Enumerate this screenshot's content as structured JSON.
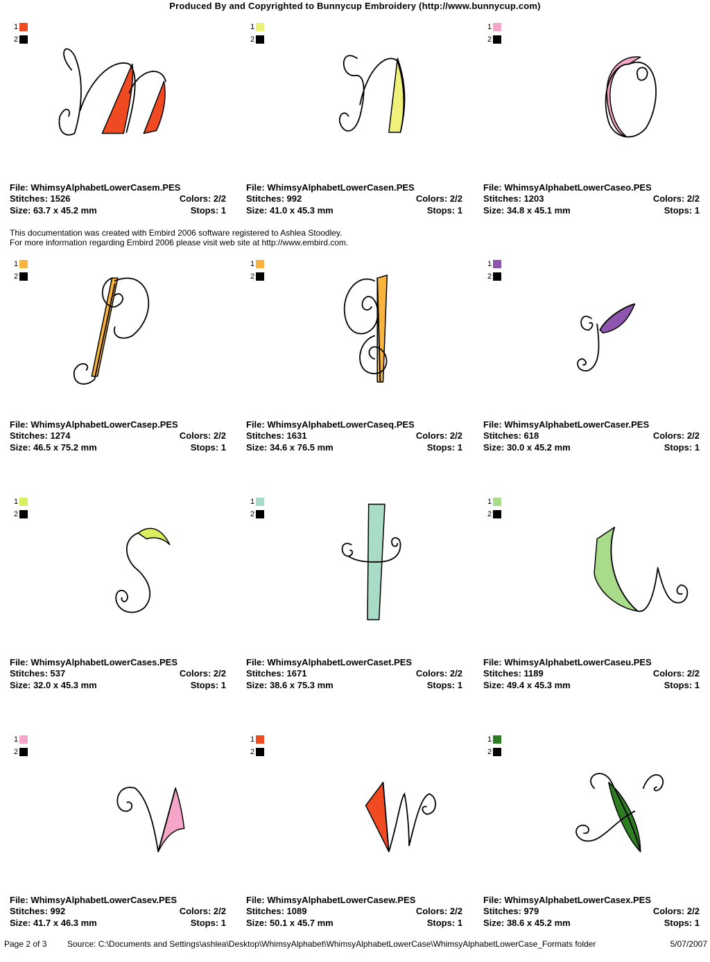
{
  "header": "Produced By and Copyrighted to Bunnycup Embroidery (http://www.bunnycup.com)",
  "credit": {
    "line1": "This documentation was created with Embird 2006 software registered to Ashlea Stoodley.",
    "line2": "For more information regarding Embird 2006 please visit web site at http://www.embird.com."
  },
  "cells": [
    {
      "letter": "m",
      "color": "#f04a22",
      "file": "File: WhimsyAlphabetLowerCasem.PES",
      "stitches": "Stitches: 1526",
      "colors": "Colors: 2/2",
      "size": "Size: 63.7 x 45.2 mm",
      "stops": "Stops: 1"
    },
    {
      "letter": "n",
      "color": "#eef27a",
      "file": "File: WhimsyAlphabetLowerCasen.PES",
      "stitches": "Stitches: 992",
      "colors": "Colors: 2/2",
      "size": "Size: 41.0 x 45.3 mm",
      "stops": "Stops: 1"
    },
    {
      "letter": "o",
      "color": "#f5a6c8",
      "file": "File: WhimsyAlphabetLowerCaseo.PES",
      "stitches": "Stitches: 1203",
      "colors": "Colors: 2/2",
      "size": "Size: 34.8 x 45.1 mm",
      "stops": "Stops: 1"
    },
    {
      "letter": "p",
      "color": "#f8b43c",
      "file": "File: WhimsyAlphabetLowerCasep.PES",
      "stitches": "Stitches: 1274",
      "colors": "Colors: 2/2",
      "size": "Size: 46.5 x 75.2 mm",
      "stops": "Stops: 1"
    },
    {
      "letter": "q",
      "color": "#f8b43c",
      "file": "File: WhimsyAlphabetLowerCaseq.PES",
      "stitches": "Stitches: 1631",
      "colors": "Colors: 2/2",
      "size": "Size: 34.6 x 76.5 mm",
      "stops": "Stops: 1"
    },
    {
      "letter": "r",
      "color": "#8e55ae",
      "file": "File: WhimsyAlphabetLowerCaser.PES",
      "stitches": "Stitches: 618",
      "colors": "Colors: 2/2",
      "size": "Size: 30.0 x 45.2 mm",
      "stops": "Stops: 1"
    },
    {
      "letter": "s",
      "color": "#dbee5e",
      "file": "File: WhimsyAlphabetLowerCases.PES",
      "stitches": "Stitches: 537",
      "colors": "Colors: 2/2",
      "size": "Size: 32.0 x 45.3 mm",
      "stops": "Stops: 1"
    },
    {
      "letter": "t",
      "color": "#a8dcc6",
      "file": "File: WhimsyAlphabetLowerCaset.PES",
      "stitches": "Stitches: 1671",
      "colors": "Colors: 2/2",
      "size": "Size: 38.6 x 75.3 mm",
      "stops": "Stops: 1"
    },
    {
      "letter": "u",
      "color": "#a9dc8a",
      "file": "File: WhimsyAlphabetLowerCaseu.PES",
      "stitches": "Stitches: 1189",
      "colors": "Colors: 2/2",
      "size": "Size: 49.4 x 45.3 mm",
      "stops": "Stops: 1"
    },
    {
      "letter": "v",
      "color": "#f5a6c8",
      "file": "File: WhimsyAlphabetLowerCasev.PES",
      "stitches": "Stitches: 992",
      "colors": "Colors: 2/2",
      "size": "Size: 41.7 x 46.3 mm",
      "stops": "Stops: 1"
    },
    {
      "letter": "w",
      "color": "#f04a22",
      "file": "File: WhimsyAlphabetLowerCasew.PES",
      "stitches": "Stitches: 1089",
      "colors": "Colors: 2/2",
      "size": "Size: 50.1 x 45.7 mm",
      "stops": "Stops: 1"
    },
    {
      "letter": "x",
      "color": "#2e7d22",
      "file": "File: WhimsyAlphabetLowerCasex.PES",
      "stitches": "Stitches: 979",
      "colors": "Colors: 2/2",
      "size": "Size: 38.6 x 45.2 mm",
      "stops": "Stops: 1"
    }
  ],
  "legend": {
    "num1": "1",
    "num2": "2",
    "color2": "#000000"
  },
  "footer": {
    "page": "Page 2 of 3",
    "source": "Source:  C:\\Documents and Settings\\ashlea\\Desktop\\WhimsyAlphabet\\WhimsyAlphabetLowerCase\\WhimsyAlphabetLowerCase_Formats folder",
    "date": "5/07/2007"
  }
}
